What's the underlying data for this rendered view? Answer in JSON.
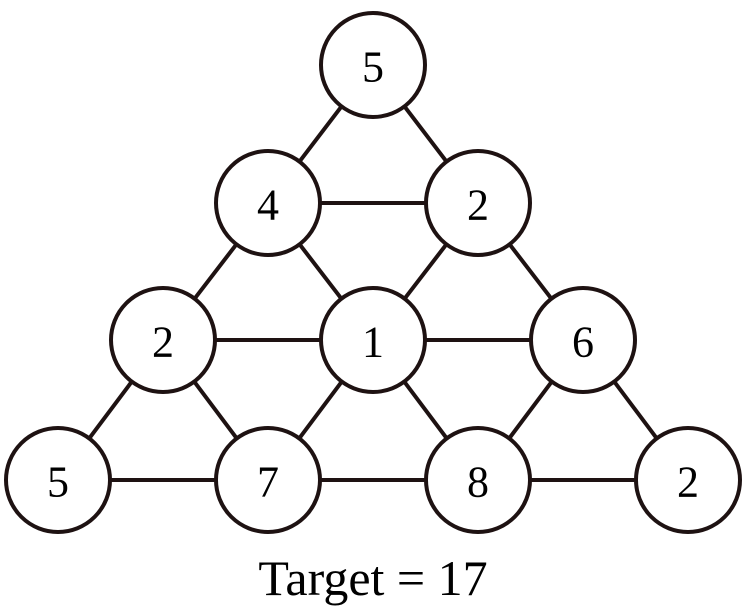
{
  "puzzle": {
    "rows": [
      [
        "5"
      ],
      [
        "4",
        "2"
      ],
      [
        "2",
        "1",
        "6"
      ],
      [
        "5",
        "7",
        "8",
        "2"
      ]
    ],
    "target_text": "Target = 17"
  },
  "colors": {
    "stroke": "#1e1212",
    "node_fill": "#ffffff",
    "text": "#000000"
  }
}
